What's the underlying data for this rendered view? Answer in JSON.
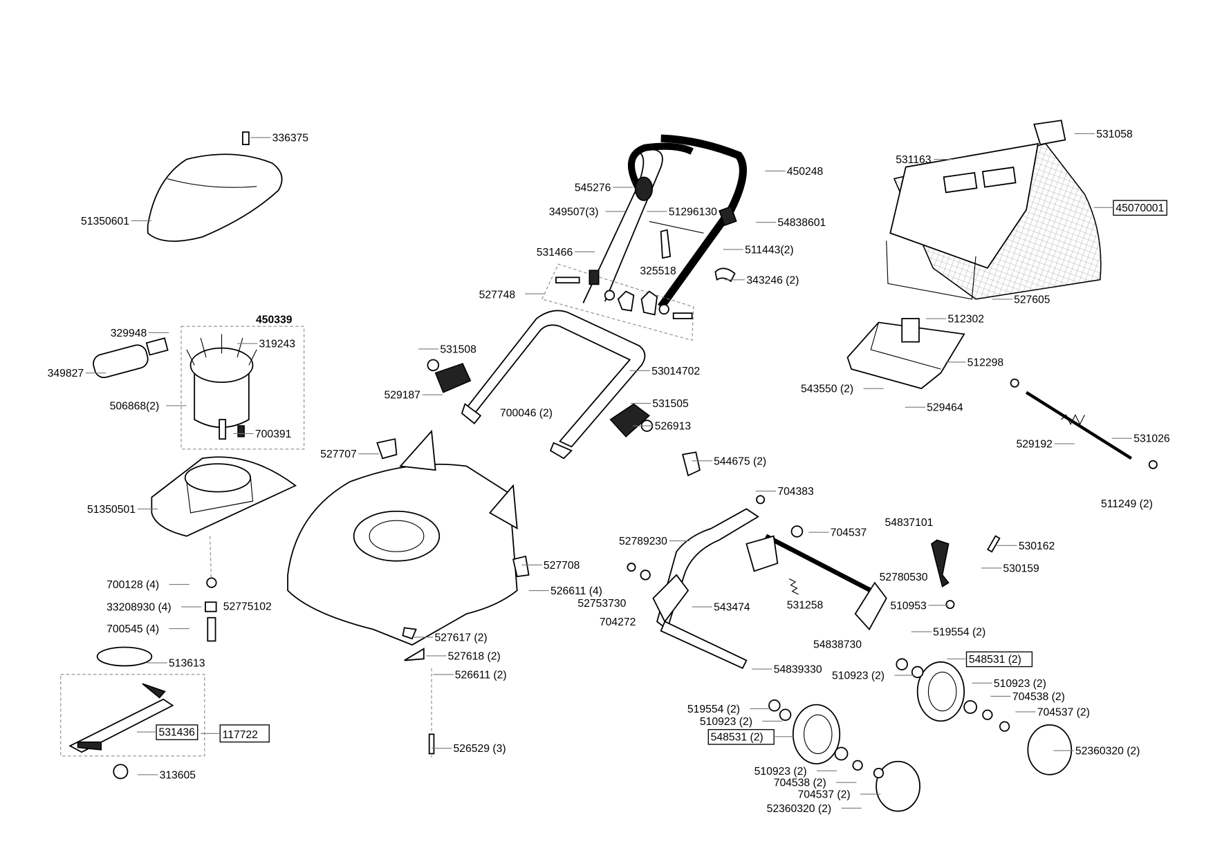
{
  "diagram": {
    "type": "exploded-parts-diagram",
    "line_color": "#000000",
    "labels": [
      {
        "text": "336375"
      },
      {
        "text": "51350601"
      },
      {
        "text": "450248"
      },
      {
        "text": "545276"
      },
      {
        "text": "349507(3)"
      },
      {
        "text": "51296130"
      },
      {
        "text": "54838601"
      },
      {
        "text": "531466"
      },
      {
        "text": "511443(2)"
      },
      {
        "text": "325518"
      },
      {
        "text": "343246 (2)"
      },
      {
        "text": "527748"
      },
      {
        "text": "531058"
      },
      {
        "text": "531163"
      },
      {
        "text": "45070001",
        "boxed": true
      },
      {
        "text": "527605"
      },
      {
        "text": "512302"
      },
      {
        "text": "512298"
      },
      {
        "text": "543550 (2)"
      },
      {
        "text": "529464"
      },
      {
        "text": "529192"
      },
      {
        "text": "531026"
      },
      {
        "text": "511249 (2)"
      },
      {
        "text": "450339",
        "bold": true
      },
      {
        "text": "329948"
      },
      {
        "text": "319243"
      },
      {
        "text": "349827"
      },
      {
        "text": "506868(2)"
      },
      {
        "text": "700391"
      },
      {
        "text": "531508"
      },
      {
        "text": "529187"
      },
      {
        "text": "53014702"
      },
      {
        "text": "531505"
      },
      {
        "text": "526913"
      },
      {
        "text": "700046 (2)"
      },
      {
        "text": "544675 (2)"
      },
      {
        "text": "527707"
      },
      {
        "text": "51350501"
      },
      {
        "text": "704383"
      },
      {
        "text": "704537"
      },
      {
        "text": "54837101"
      },
      {
        "text": "530162"
      },
      {
        "text": "52789230"
      },
      {
        "text": "527708"
      },
      {
        "text": "530159"
      },
      {
        "text": "52780530"
      },
      {
        "text": "700128 (4)"
      },
      {
        "text": "33208930 (4)"
      },
      {
        "text": "52775102"
      },
      {
        "text": "526611 (4)"
      },
      {
        "text": "52753730"
      },
      {
        "text": "543474"
      },
      {
        "text": "531258"
      },
      {
        "text": "510953"
      },
      {
        "text": "704272"
      },
      {
        "text": "700545 (4)"
      },
      {
        "text": "527617 (2)"
      },
      {
        "text": "54838730"
      },
      {
        "text": "519554 (2)"
      },
      {
        "text": "527618 (2)"
      },
      {
        "text": "513613"
      },
      {
        "text": "548531 (2)",
        "boxed": true
      },
      {
        "text": "54839330"
      },
      {
        "text": "526611 (2)"
      },
      {
        "text": "510923 (2)"
      },
      {
        "text": "510923 (2)"
      },
      {
        "text": "704538 (2)"
      },
      {
        "text": "704537 (2)"
      },
      {
        "text": "519554 (2)"
      },
      {
        "text": "510923 (2)"
      },
      {
        "text": "548531 (2)",
        "boxed": true
      },
      {
        "text": "531436",
        "boxed": true
      },
      {
        "text": "117722",
        "boxed": true
      },
      {
        "text": "526529 (3)"
      },
      {
        "text": "52360320 (2)"
      },
      {
        "text": "510923 (2)"
      },
      {
        "text": "704538 (2)"
      },
      {
        "text": "313605"
      },
      {
        "text": "704537 (2)"
      },
      {
        "text": "52360320 (2)"
      }
    ]
  }
}
